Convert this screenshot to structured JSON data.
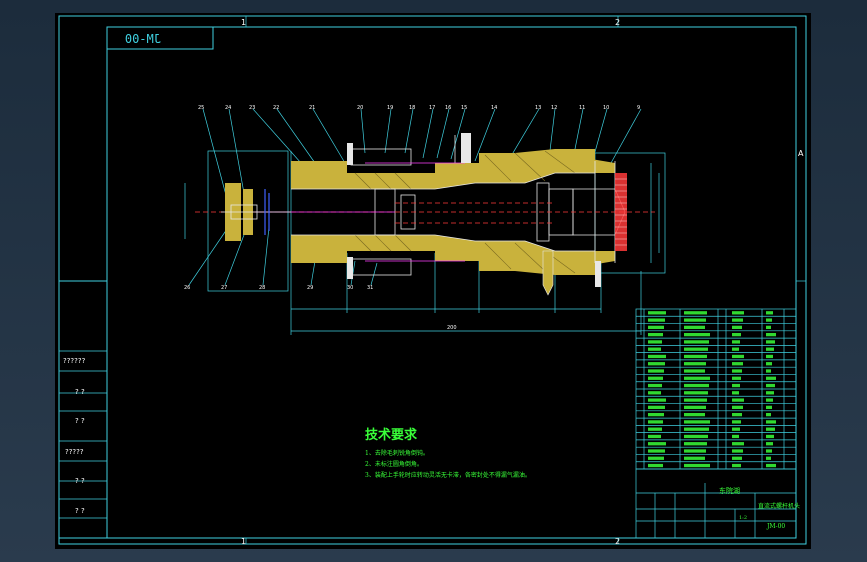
{
  "drawing": {
    "drawing_number_mirrored": "JM-00",
    "grid_marks": {
      "top_left": "1",
      "top_right": "2",
      "right": "A",
      "bottom_left": "1",
      "bottom_right": "2"
    },
    "left_strip": [
      "??????",
      "? ?",
      "? ?",
      "?????",
      "? ?",
      "? ?"
    ],
    "tech_title": "技术要求",
    "tech_notes": [
      "1、去除毛刺锐角倒钝。",
      "2、未标注圆角倒角。",
      "3、装配上手轮时应转动灵活无卡滞，各密封处不得漏气漏油。"
    ],
    "title_block": {
      "designer_cell": "东院湖",
      "product_name": "直流式螺杆机头",
      "number": "JM-00",
      "scale": "1:2"
    },
    "colors": {
      "background": "#000000",
      "frame": "#3fd0e0",
      "text_green": "#39ff39",
      "section_fill": "#c9b23c"
    }
  }
}
